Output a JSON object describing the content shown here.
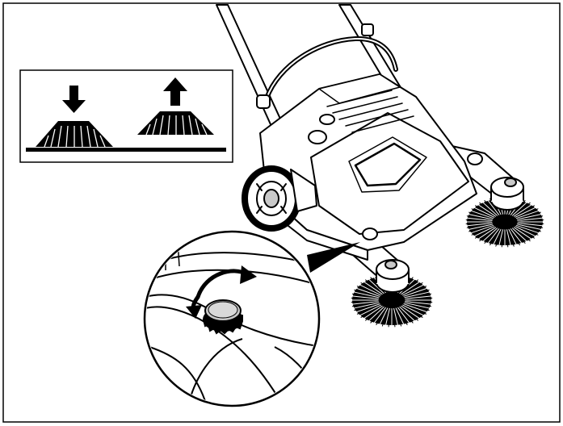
{
  "figure": {
    "subject": "push-sweeper",
    "inset": {
      "left_panel": {
        "arrow": "down",
        "meaning": "lower"
      },
      "right_panel": {
        "arrow": "up",
        "meaning": "raise"
      }
    },
    "detail_callout": {
      "part": "height-adjustment-knob",
      "arrow": "rotate-both-directions"
    }
  },
  "colors": {
    "ink": "#000000",
    "paper": "#ffffff",
    "hub": "#c9c9c9"
  }
}
